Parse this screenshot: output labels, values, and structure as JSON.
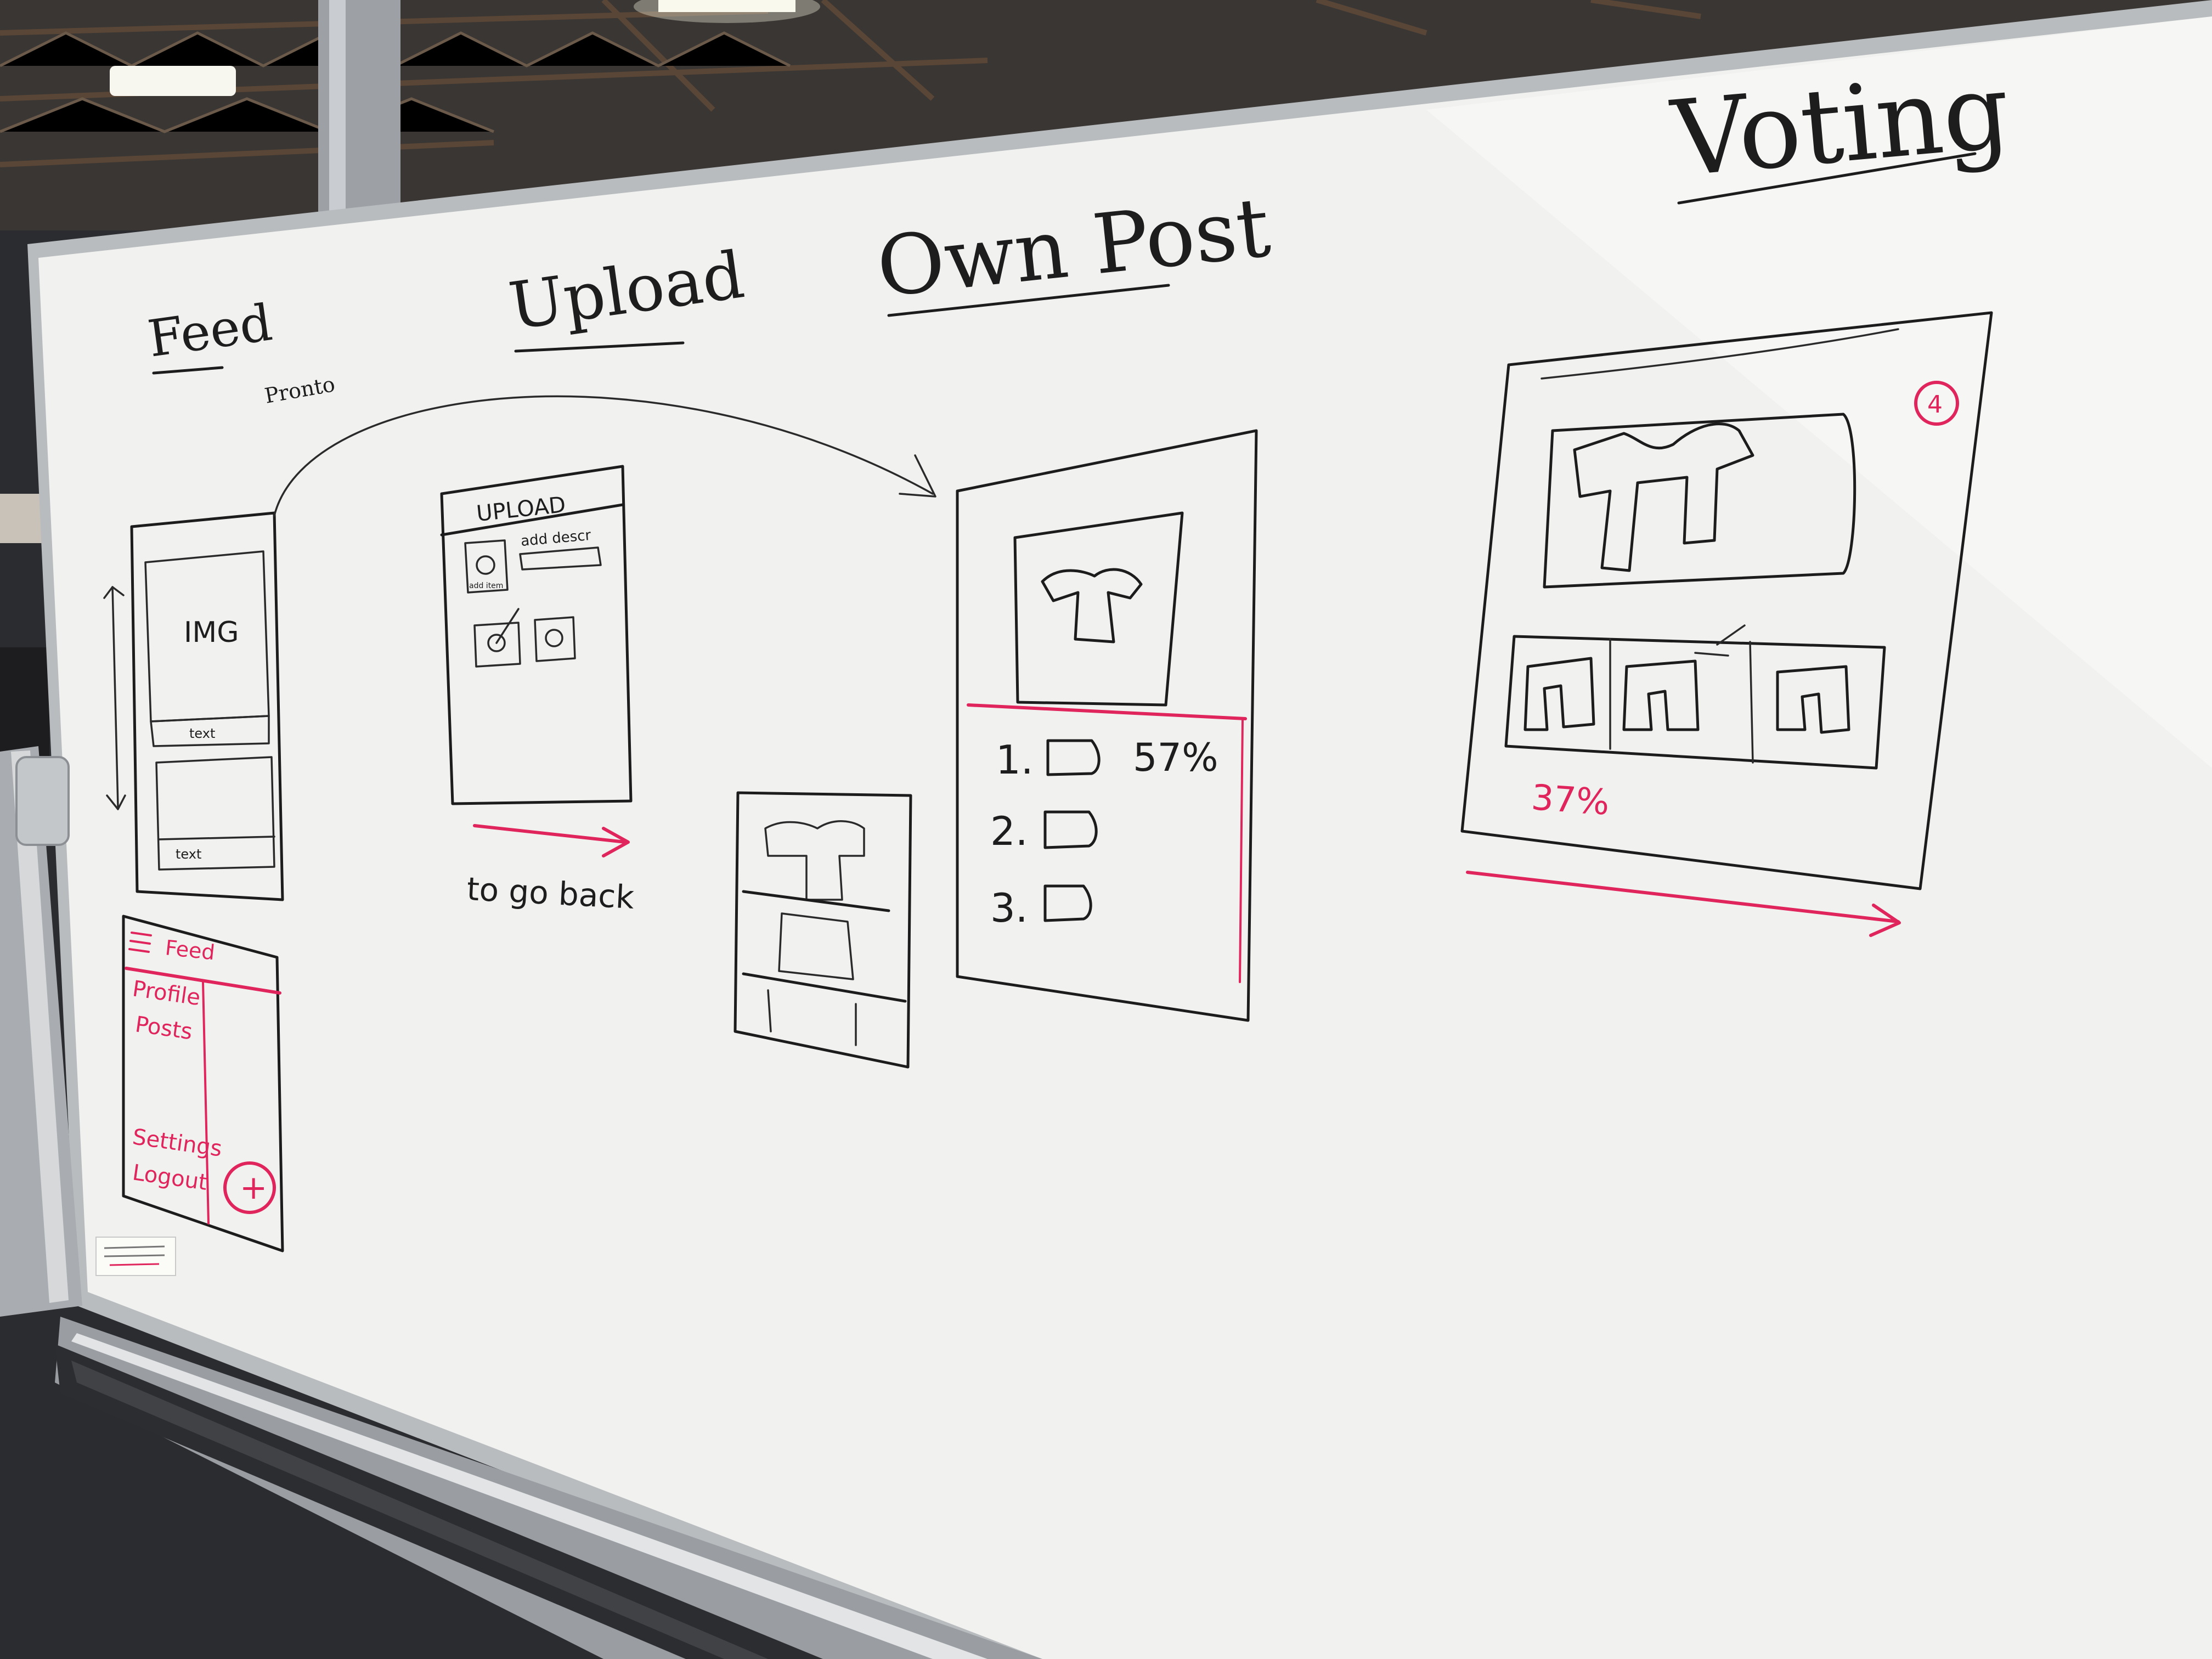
{
  "whiteboard": {
    "headings": {
      "feed": "Feed",
      "upload": "Upload",
      "own_post": "Own Post",
      "voting": "Voting"
    },
    "small_note": "Pronto",
    "feed_sketch": {
      "image_label": "IMG",
      "caption_1": "text",
      "caption_2": "text"
    },
    "menu_sketch": {
      "title": "Feed",
      "items": [
        "Profile",
        "Posts",
        "Settings",
        "Logout"
      ],
      "fab_symbol": "+"
    },
    "upload_sketch": {
      "title": "UPLOAD",
      "field_label": "add descr",
      "tile_label": "add item",
      "back_note": "to go back"
    },
    "own_post_sketch": {
      "rank_1": "1.",
      "rank_2": "2.",
      "rank_3": "3.",
      "percent": "57%"
    },
    "voting_sketch": {
      "badge": "4",
      "percent": "37%"
    }
  },
  "colors": {
    "board": "#f1f2f0",
    "frame": "#b9bcbf",
    "marker_black": "#1c1c1c",
    "marker_red": "#e0245c",
    "ceiling": "#2a2b2e"
  }
}
